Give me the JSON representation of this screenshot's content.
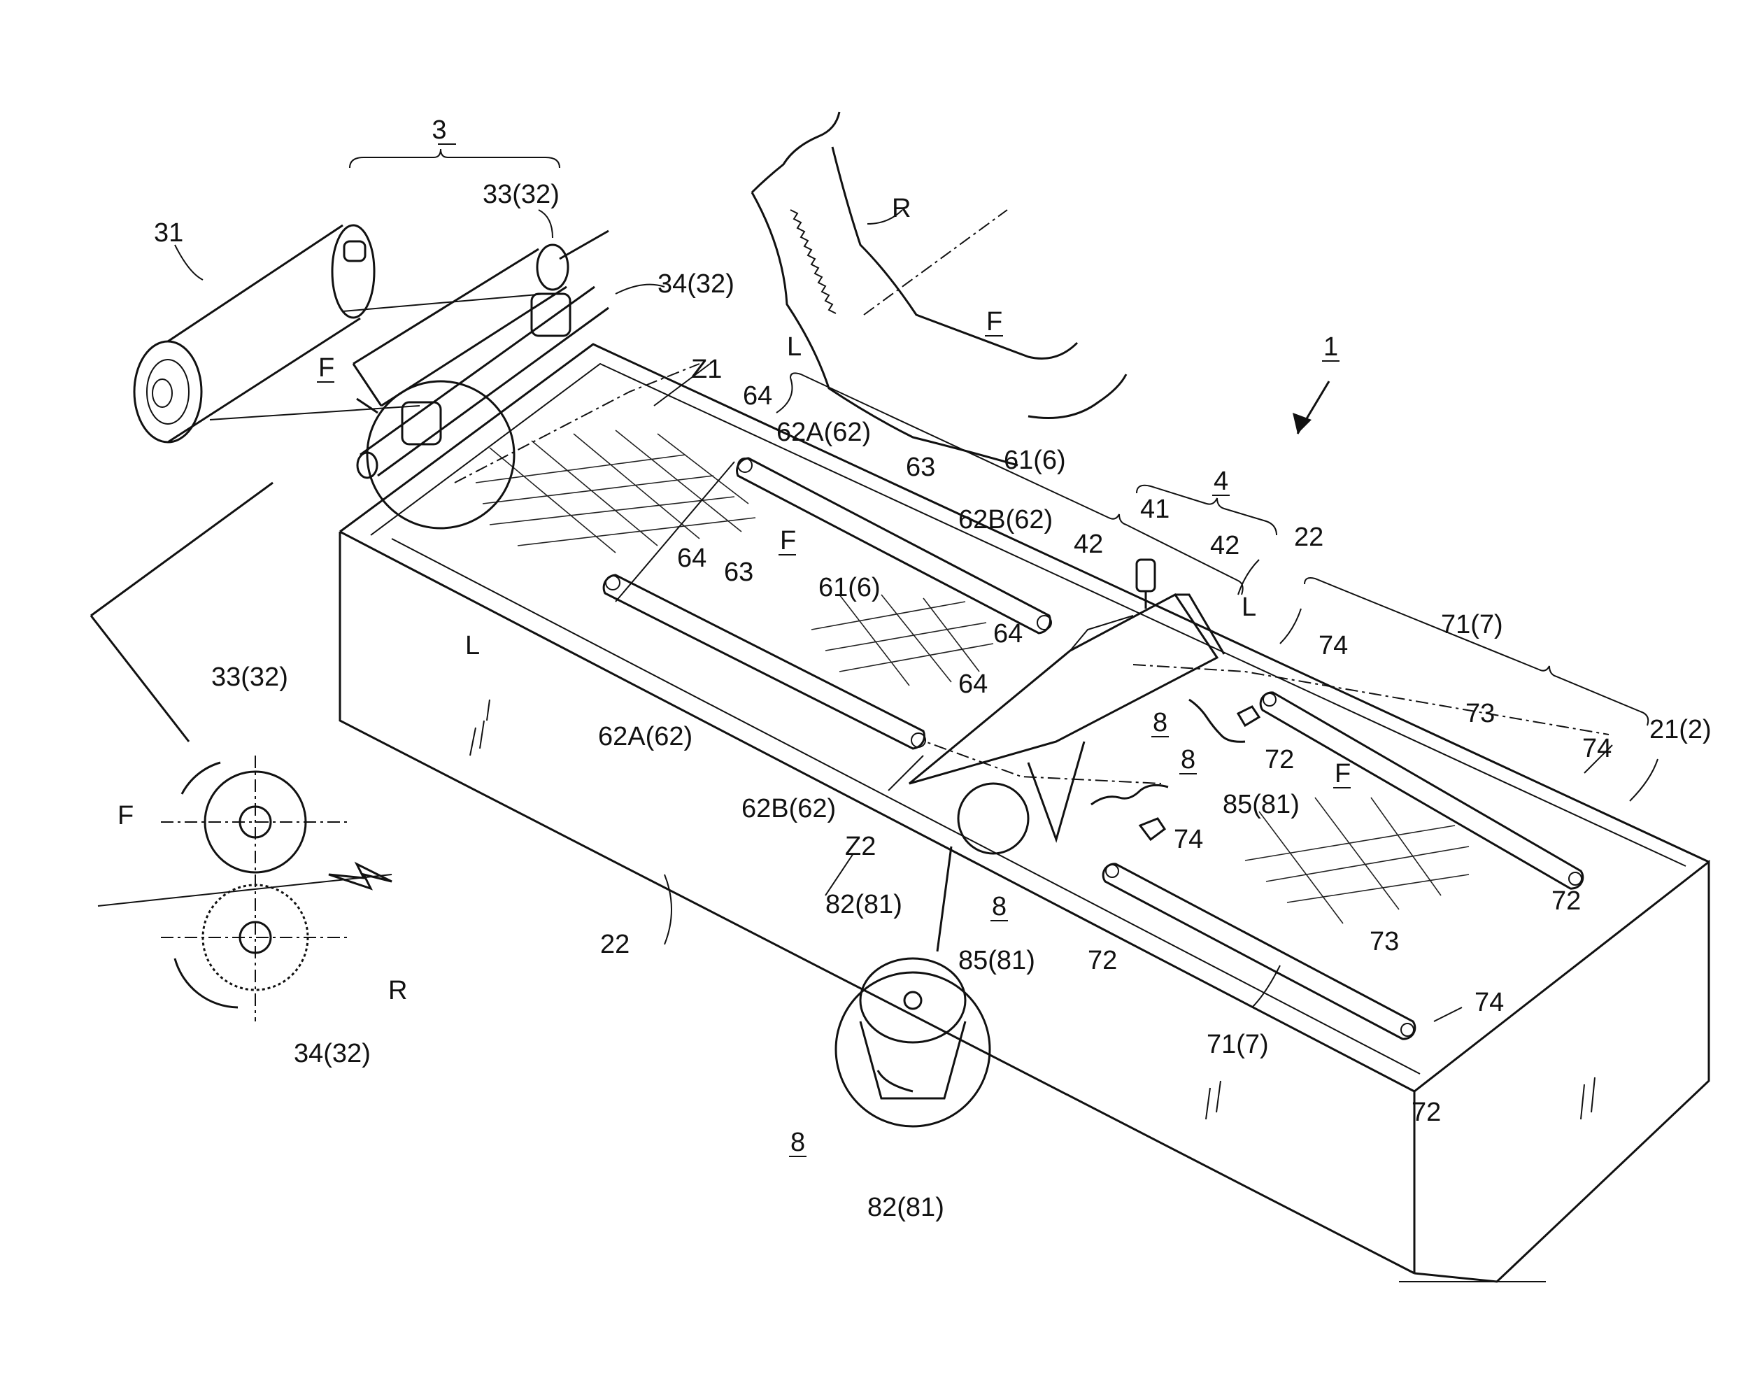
{
  "labels": {
    "l_3": "3",
    "l_31": "31",
    "l_33_top": "33(32)",
    "l_34_top": "34(32)",
    "l_F_film": "F",
    "l_Z1": "Z1",
    "l_L_a": "L",
    "l_64_a": "64",
    "l_62A_a": "62A(62)",
    "l_63_a": "63",
    "l_61_a": "61(6)",
    "l_62B_a": "62B(62)",
    "l_R_top": "R",
    "l_F_top": "F",
    "l_1": "1",
    "l_4": "4",
    "l_41": "41",
    "l_42_a": "42",
    "l_42_b": "42",
    "l_22_a": "22",
    "l_F_tank": "F",
    "l_64_b": "64",
    "l_63_b": "63",
    "l_61_b": "61(6)",
    "l_L_b": "L",
    "l_64_c": "64",
    "l_64_d": "64",
    "l_L_c": "L",
    "l_74_a": "74",
    "l_71_a": "71(7)",
    "l_73_a": "73",
    "l_21": "21(2)",
    "l_72_a": "72",
    "l_74_b": "74",
    "l_85_a": "85(81)",
    "l_8_a": "8",
    "l_8_b": "8",
    "l_F_right": "F",
    "l_72_b": "72",
    "l_62A_b": "62A(62)",
    "l_62B_b": "62B(62)",
    "l_Z2": "Z2",
    "l_82_a": "82(81)",
    "l_8_c": "8",
    "l_74_c": "74",
    "l_85_b": "85(81)",
    "l_72_c": "72",
    "l_73_b": "73",
    "l_74_d": "74",
    "l_71_b": "71(7)",
    "l_72_d": "72",
    "l_22_b": "22",
    "l_33_low": "33(32)",
    "l_F_low": "F",
    "l_R_low": "R",
    "l_34_low": "34(32)",
    "l_8_d": "8",
    "l_82_b": "82(81)"
  },
  "underlined": [
    "l_3",
    "l_F_film",
    "l_F_top",
    "l_1",
    "l_4",
    "l_F_tank",
    "l_21",
    "l_8_a",
    "l_8_b",
    "l_8_c",
    "l_F_right",
    "l_8_d",
    "l_61_a",
    "l_61_b",
    "l_71_a",
    "l_71_b"
  ]
}
